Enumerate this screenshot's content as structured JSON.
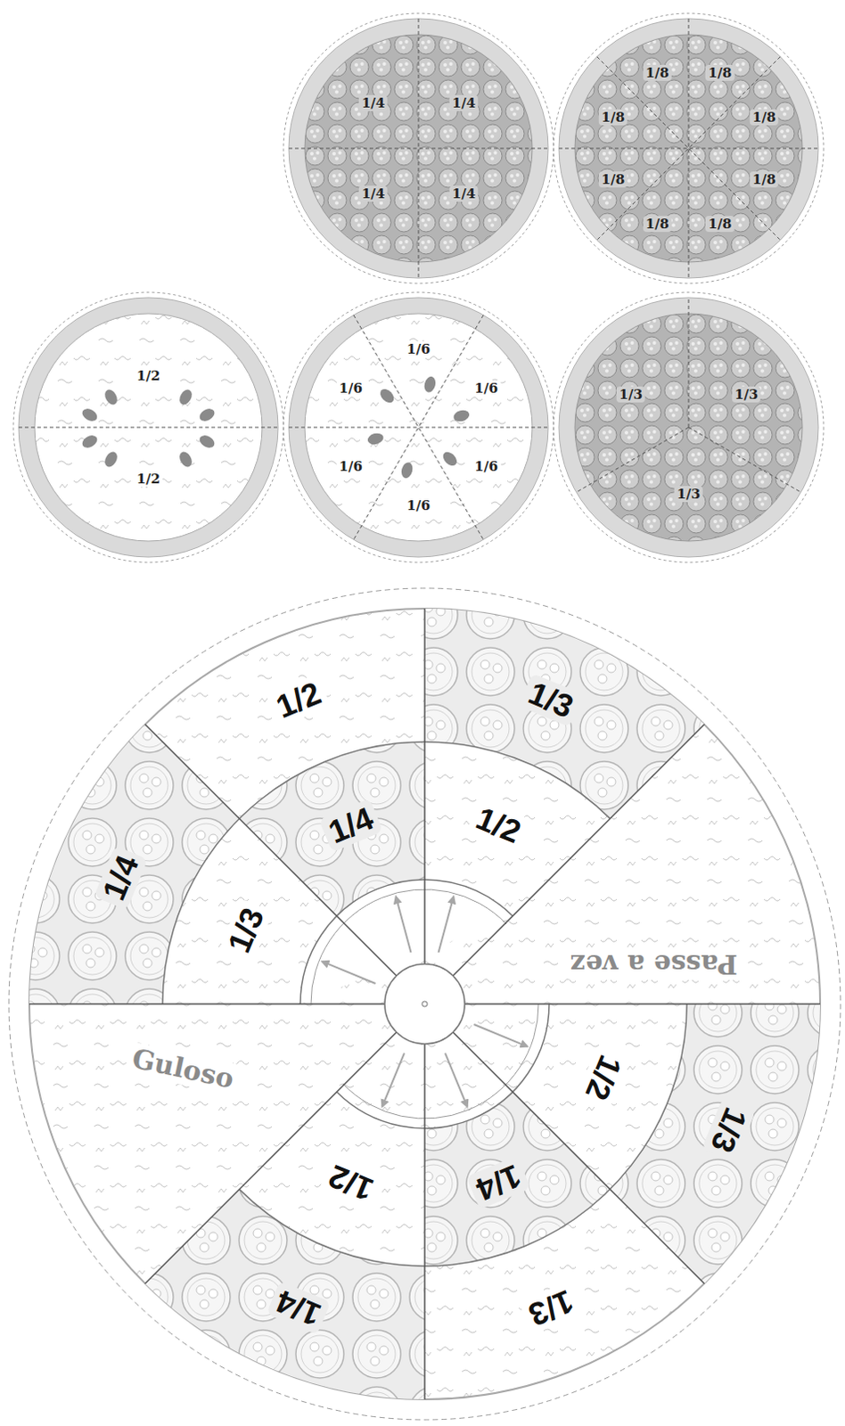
{
  "diagram": {
    "nodes": [
      {
        "text": [
          "1/4",
          "1/4",
          "1/4",
          "1/4"
        ]
      },
      {
        "text": [
          "1/8",
          "1/8",
          "1/8",
          "1/8",
          "1/8",
          "1/8",
          "1/8",
          "1/8"
        ]
      },
      {
        "text": [
          "1/2",
          "1/2"
        ]
      },
      {
        "text": [
          "1/6",
          "1/6",
          "1/6",
          "1/6",
          "1/6",
          "1/6"
        ]
      },
      {
        "text": [
          "1/3",
          "1/3",
          "1/3"
        ]
      },
      {
        "text": [
          "1/2",
          "1/3",
          "1/4",
          "1/2",
          "1/4",
          "1/3",
          "Passe a vez",
          "Guloso",
          "1/2",
          "1/3",
          "1/2",
          "1/4",
          "1/4",
          "1/3"
        ]
      }
    ]
  }
}
